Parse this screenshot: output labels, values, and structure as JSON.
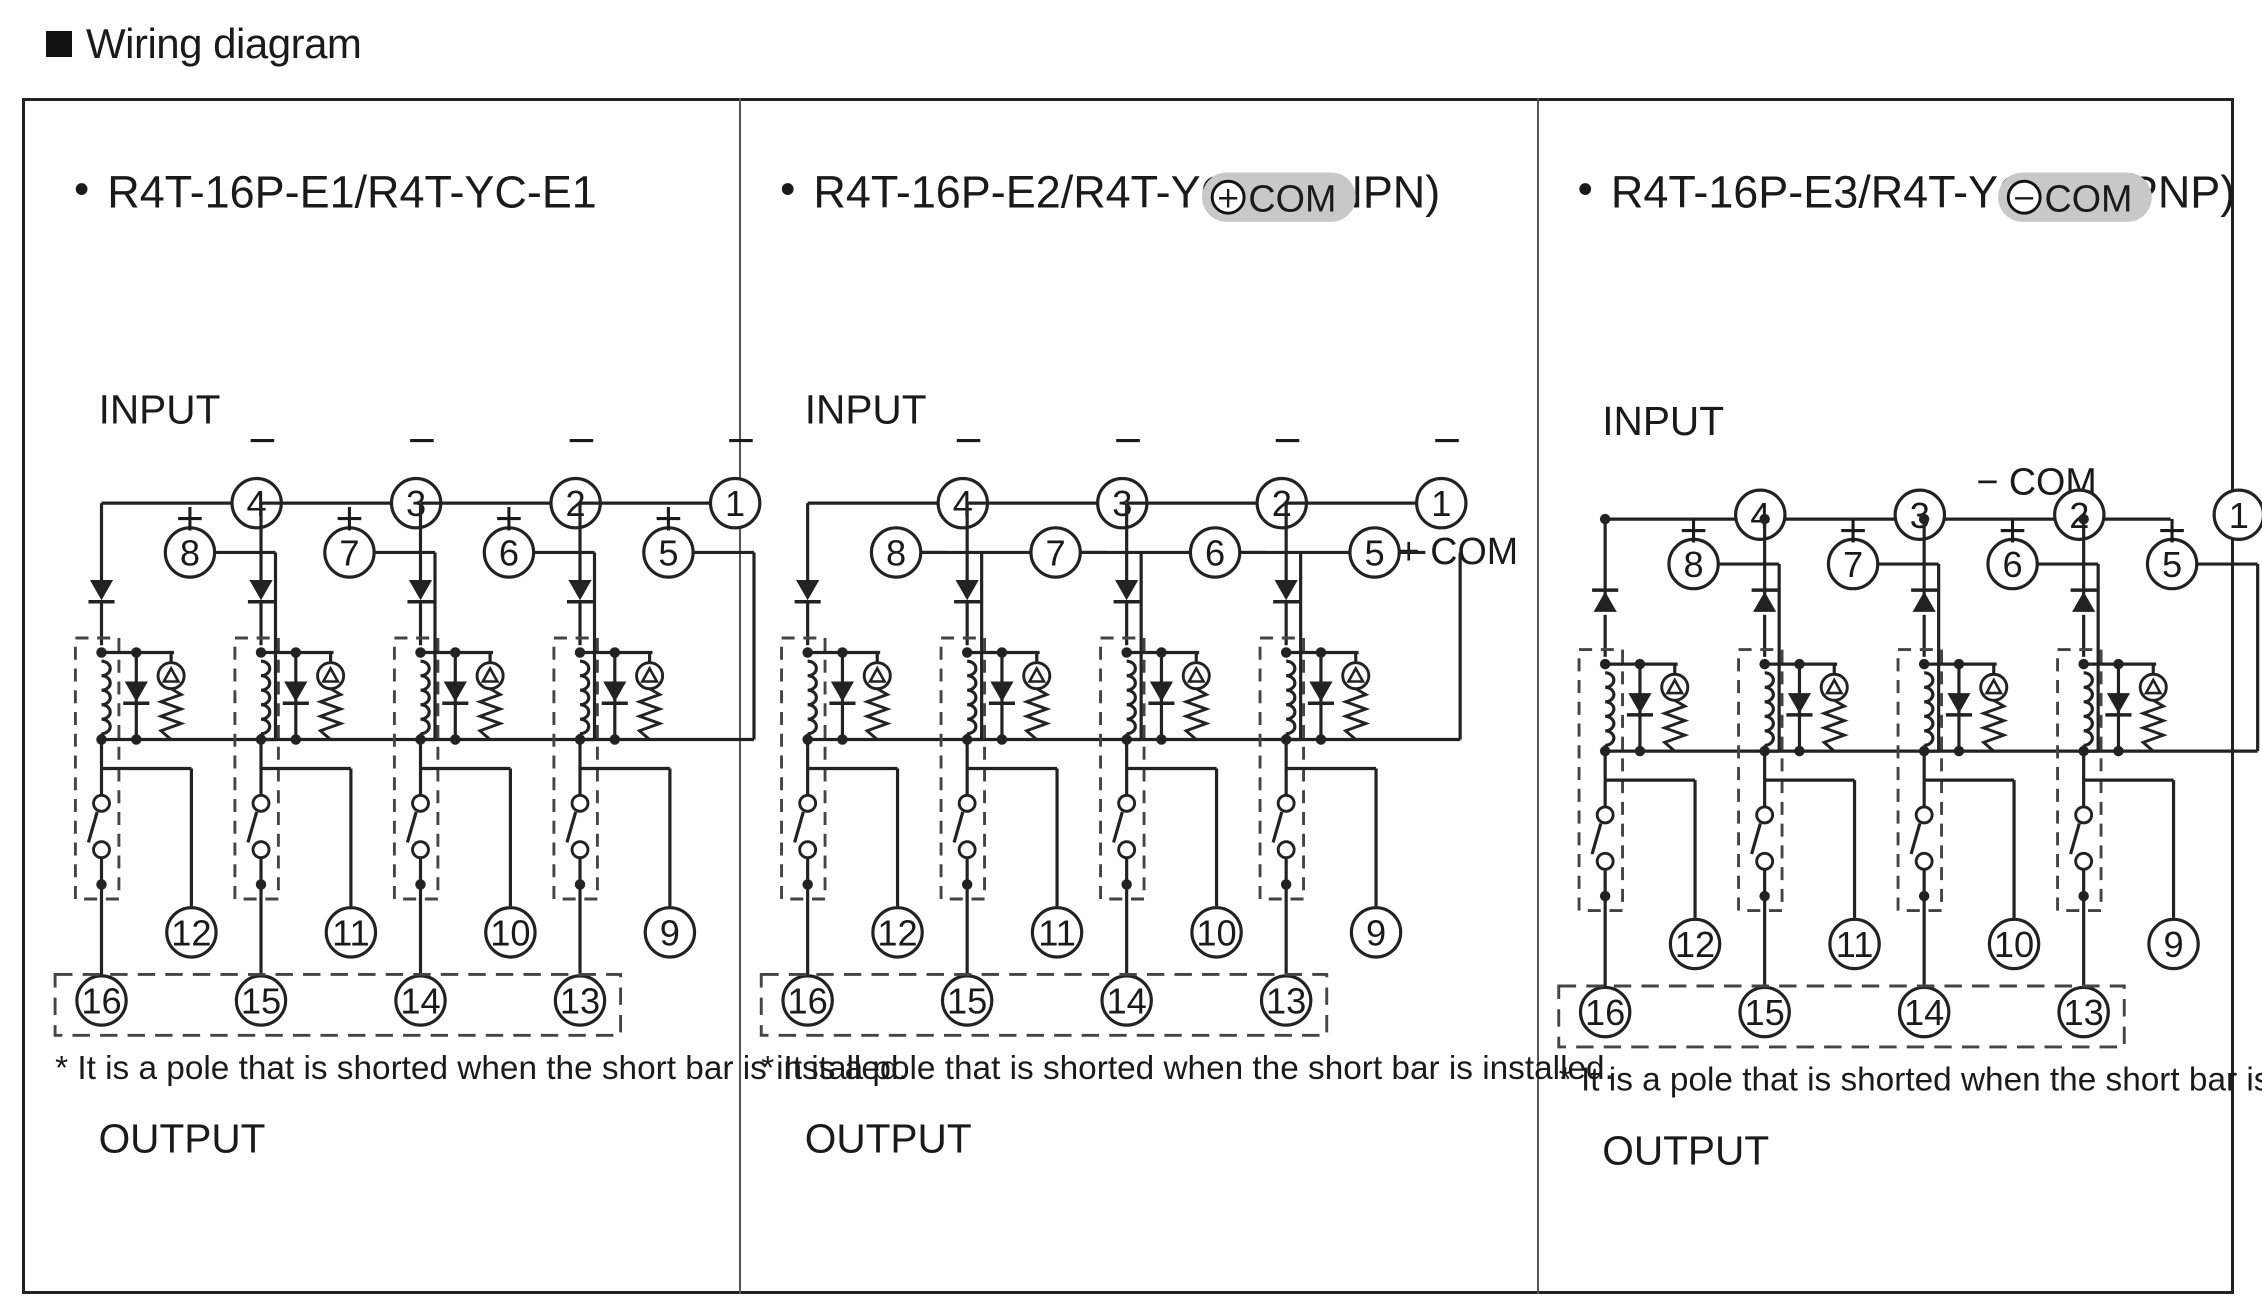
{
  "header": {
    "title": "Wiring diagram"
  },
  "panels": [
    {
      "bullet": "•",
      "title": "R4T-16P-E1/R4T-YC-E1",
      "badge": null,
      "input_label": "INPUT",
      "output_label": "OUTPUT",
      "note": "* It is a pole that is shorted when the short bar is installed.",
      "com_label": "",
      "minus": "−",
      "plus": "+",
      "channels": [
        {
          "neg": "4",
          "pos": "8",
          "out": "12",
          "com": "16"
        },
        {
          "neg": "3",
          "pos": "7",
          "out": "11",
          "com": "15"
        },
        {
          "neg": "2",
          "pos": "6",
          "out": "10",
          "com": "14"
        },
        {
          "neg": "1",
          "pos": "5",
          "out": "9",
          "com": "13"
        }
      ]
    },
    {
      "bullet": "•",
      "title": "R4T-16P-E2/R4T-YC-E2 (NPN)",
      "badge": {
        "symbol": "+",
        "text": "COM"
      },
      "input_label": "INPUT",
      "output_label": "OUTPUT",
      "note": "* It is a pole that is shorted when the short bar is installed.",
      "com_label": "+ COM",
      "minus": "−",
      "plus": "+",
      "channels": [
        {
          "neg": "4",
          "pos": "8",
          "out": "12",
          "com": "16"
        },
        {
          "neg": "3",
          "pos": "7",
          "out": "11",
          "com": "15"
        },
        {
          "neg": "2",
          "pos": "6",
          "out": "10",
          "com": "14"
        },
        {
          "neg": "1",
          "pos": "5",
          "out": "9",
          "com": "13"
        }
      ]
    },
    {
      "bullet": "•",
      "title": "R4T-16P-E3/R4T-YC-E3 (PNP)",
      "badge": {
        "symbol": "−",
        "text": "COM"
      },
      "input_label": "INPUT",
      "output_label": "OUTPUT",
      "note": "* It is a pole that is shorted when the short bar is installed.",
      "com_label": "− COM",
      "minus": "−",
      "plus": "+",
      "channels": [
        {
          "neg": "4",
          "pos": "8",
          "out": "12",
          "com": "16"
        },
        {
          "neg": "3",
          "pos": "7",
          "out": "11",
          "com": "15"
        },
        {
          "neg": "2",
          "pos": "6",
          "out": "10",
          "com": "14"
        },
        {
          "neg": "1",
          "pos": "5",
          "out": "9",
          "com": "13"
        }
      ]
    }
  ],
  "colors": {
    "line": "#222222",
    "badge_bg": "#c8c8c8",
    "dash": "#444444"
  }
}
